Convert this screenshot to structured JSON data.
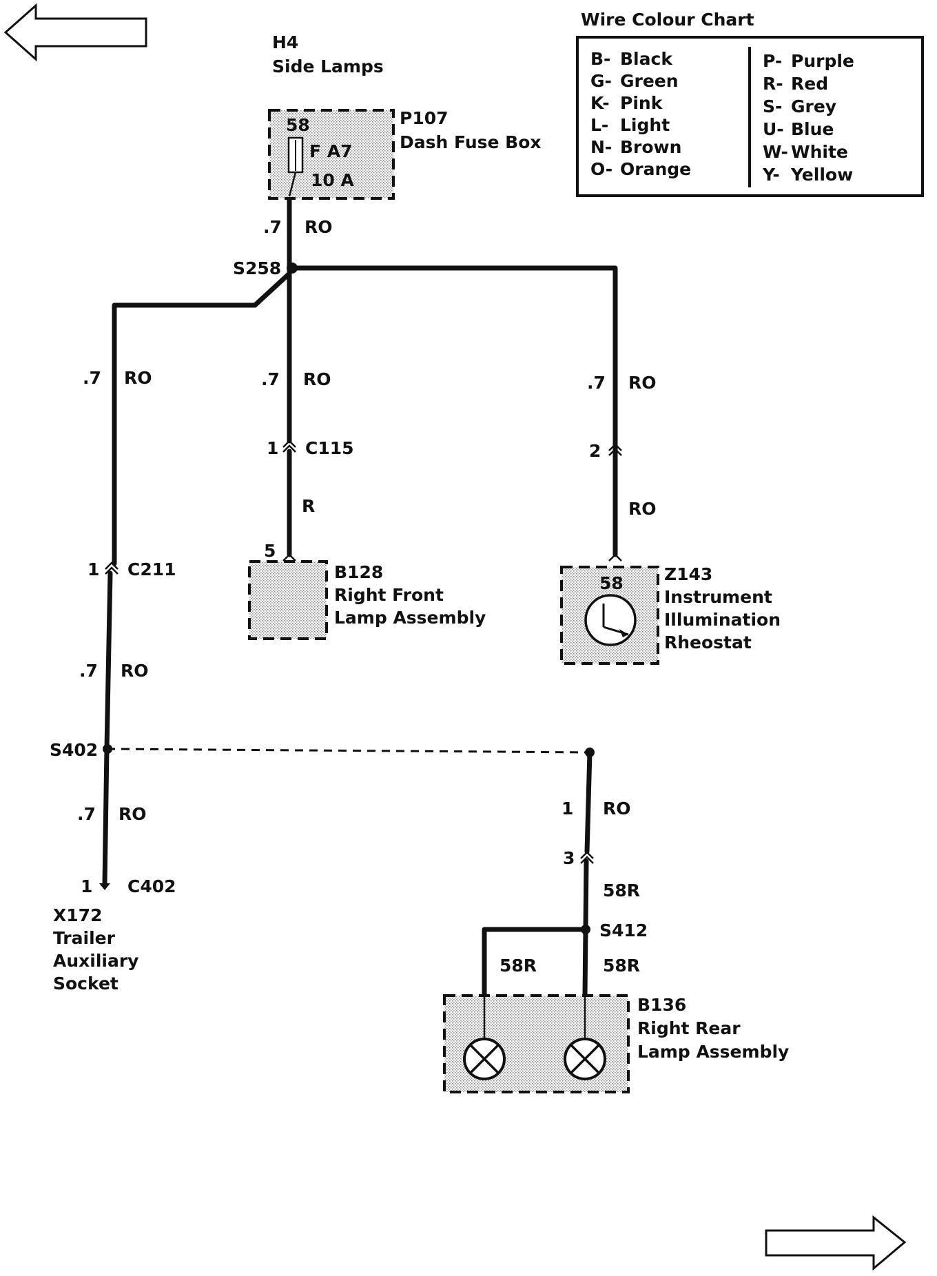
{
  "circuit": {
    "code": "H4",
    "title": "Side Lamps"
  },
  "fuse_box": {
    "id": "P107",
    "name": "Dash Fuse Box",
    "pin": "58",
    "fuse_id": "F A7",
    "rating": "10 A"
  },
  "splices": {
    "s258": "S258",
    "s402": "S402",
    "s412": "S412"
  },
  "connectors": {
    "c115": {
      "id": "C115",
      "pin": "1"
    },
    "c211": {
      "id": "C211",
      "pin": "1"
    },
    "c402": {
      "id": "C402",
      "pin": "1"
    },
    "z143_in": {
      "pin": "2"
    },
    "b136_in": {
      "pin": "3"
    }
  },
  "wires": {
    "fuse_out": {
      "size": ".7",
      "color": "RO"
    },
    "left_branch": {
      "size": ".7",
      "color": "RO"
    },
    "center_branch": {
      "size": ".7",
      "color": "RO"
    },
    "right_branch": {
      "size": ".7",
      "color": "RO"
    },
    "b128_feed": {
      "color": "R"
    },
    "z143_feed": {
      "color": "RO"
    },
    "left_mid": {
      "size": ".7",
      "color": "RO"
    },
    "left_lower": {
      "size": ".7",
      "color": "RO"
    },
    "rear_feed": {
      "size": "1",
      "color": "RO"
    },
    "rear_lower": {
      "color": "58R"
    },
    "lamp_left": {
      "color": "58R"
    },
    "lamp_right": {
      "color": "58R"
    }
  },
  "components": {
    "b128": {
      "id": "B128",
      "pin": "5",
      "name_line1": "Right Front",
      "name_line2": "Lamp Assembly"
    },
    "z143": {
      "id": "Z143",
      "pin": "58",
      "name_line1": "Instrument",
      "name_line2": "Illumination",
      "name_line3": "Rheostat"
    },
    "x172": {
      "id": "X172",
      "name_line1": "Trailer",
      "name_line2": "Auxiliary",
      "name_line3": "Socket"
    },
    "b136": {
      "id": "B136",
      "name_line1": "Right Rear",
      "name_line2": "Lamp Assembly"
    }
  },
  "wire_colour_chart": {
    "title": "Wire Colour Chart",
    "left": [
      {
        "code": "B-",
        "name": "Black"
      },
      {
        "code": "G-",
        "name": "Green"
      },
      {
        "code": "K-",
        "name": "Pink"
      },
      {
        "code": "L-",
        "name": "Light"
      },
      {
        "code": "N-",
        "name": "Brown"
      },
      {
        "code": "O-",
        "name": "Orange"
      }
    ],
    "right": [
      {
        "code": "P-",
        "name": "Purple"
      },
      {
        "code": "R-",
        "name": "Red"
      },
      {
        "code": "S-",
        "name": "Grey"
      },
      {
        "code": "U-",
        "name": "Blue"
      },
      {
        "code": "W-",
        "name": "White"
      },
      {
        "code": "Y-",
        "name": "Yellow"
      }
    ]
  },
  "icons": {
    "prev": "left-arrow-icon",
    "next": "right-arrow-icon",
    "fuse": "fuse-icon",
    "lamp": "lamp-bulb-icon",
    "rheostat": "rheostat-icon"
  }
}
